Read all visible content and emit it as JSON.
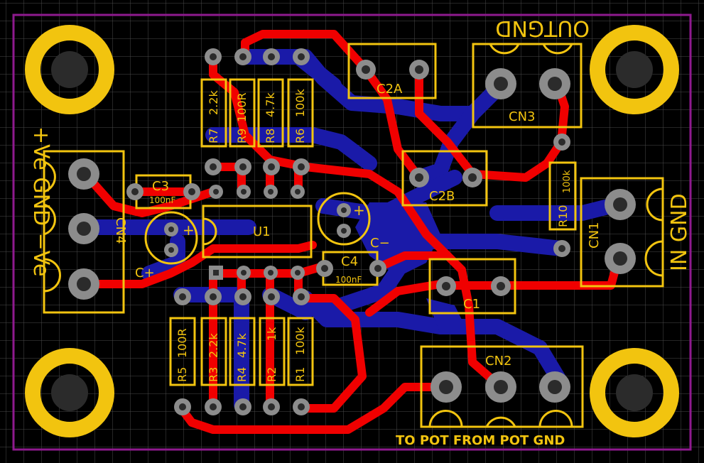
{
  "board": {
    "background": "#000000",
    "outline_color": "#8e1a8e",
    "grid_color": "#4a4a4a",
    "top_copper_color": "#f00000",
    "bottom_copper_color": "#1a1aa8",
    "silkscreen_color": "#f2c40f",
    "pad_color": "#8c8c8c"
  },
  "labels": {
    "power_label": "+Ve GND −Ve",
    "out_label": "OUTGND",
    "in_label": "IN GND",
    "cn2_bottom": "TO POT FROM POT GND"
  },
  "components": {
    "cn1": "CN1",
    "cn2": "CN2",
    "cn3": "CN3",
    "cn4": "CN4",
    "c1": "C1",
    "c2a": "C2A",
    "c2b": "C2B",
    "c3": "C3",
    "c3_value": "100nF",
    "c4": "C4",
    "c4_value": "100nF",
    "cplus": "C+",
    "cminus": "C−",
    "u1": "U1",
    "r1": "R1",
    "r1_value": "100k",
    "r2": "R2",
    "r2_value": "1k",
    "r3": "R3",
    "r3_value": "2.2k",
    "r4": "R4",
    "r4_value": "4.7k",
    "r5": "R5",
    "r5_value": "100R",
    "r6": "R6",
    "r6_value": "100k",
    "r7": "R7",
    "r7_value": "2.2k",
    "r8": "R8",
    "r8_value": "4.7k",
    "r9": "R9",
    "r9_value": "100R",
    "r10": "R10",
    "r10_value": "100k",
    "plus_sign": "+"
  }
}
